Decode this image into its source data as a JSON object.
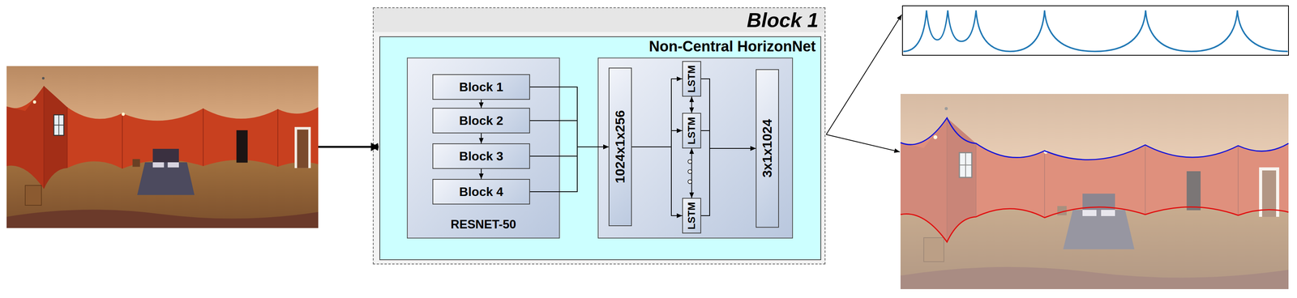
{
  "diagram": {
    "nodes": [
      {
        "text": [
          "Block 1"
        ]
      },
      {
        "text": [
          "Non-Central HorizonNet"
        ],
        "in": 0
      },
      {
        "text": [
          "RESNET-50"
        ],
        "in": 1
      },
      {
        "text": [
          "Block 1"
        ],
        "in": 2
      },
      {
        "text": [
          "Block 2"
        ],
        "in": 2
      },
      {
        "text": [
          "Block 3"
        ],
        "in": 2
      },
      {
        "text": [
          "Block 4"
        ],
        "in": 2
      },
      {
        "text": [
          "1024x1x256"
        ],
        "in": 1
      },
      {
        "text": [
          "LSTM"
        ],
        "in": 1
      },
      {
        "text": [
          "LSTM"
        ],
        "in": 1
      },
      {
        "text": [
          "LSTM"
        ],
        "in": 1
      },
      {
        "text": [
          "3x1x1024"
        ],
        "in": 1
      }
    ],
    "edges": [
      {
        "from": 3,
        "to": 4,
        "arrow": "to"
      },
      {
        "from": 4,
        "to": 5,
        "arrow": "to"
      },
      {
        "from": 5,
        "to": 6,
        "arrow": "to"
      },
      {
        "from": 3,
        "to": 7,
        "arrow": "to"
      },
      {
        "from": 4,
        "to": 7,
        "arrow": "to"
      },
      {
        "from": 5,
        "to": 7,
        "arrow": "to"
      },
      {
        "from": 6,
        "to": 7,
        "arrow": "to"
      },
      {
        "from": 7,
        "to": 8,
        "arrow": "to"
      },
      {
        "from": 7,
        "to": 9,
        "arrow": "to"
      },
      {
        "from": 7,
        "to": 10,
        "arrow": "to"
      },
      {
        "from": 8,
        "to": 9,
        "arrow": "both"
      },
      {
        "from": 9,
        "to": 10,
        "arrow": "both"
      },
      {
        "from": 8,
        "to": 11,
        "arrow": "to"
      },
      {
        "from": 9,
        "to": 11,
        "arrow": "to"
      },
      {
        "from": 10,
        "to": 11,
        "arrow": "to"
      }
    ]
  }
}
